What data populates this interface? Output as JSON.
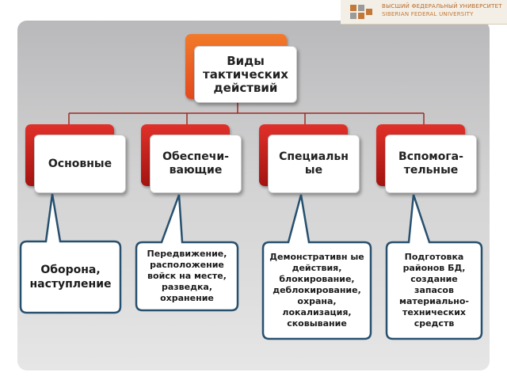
{
  "logo": {
    "line1": "ВЫСШИЙ ФЕДЕРАЛЬНЫЙ УНИВЕРСИТЕТ",
    "line2": "SIBERIAN FEDERAL UNIVERSITY"
  },
  "diagram": {
    "root": "Виды тактических действий",
    "categories": [
      {
        "label": "Основные",
        "detail": "Оборона, наступление"
      },
      {
        "label": "Обеспечи-вающие",
        "detail": "Передвижение, расположение войск на месте, разведка, охранение"
      },
      {
        "label": "Специальн ые",
        "detail": "Демонстративн ые действия, блокирование, деблокирование, охрана, локализация, сковывание"
      },
      {
        "label": "Вспомога-тельные",
        "detail": "Подготовка районов БД, создание запасов материально-технических средств"
      }
    ]
  },
  "colors": {
    "root_accent": "#f27a2a",
    "category_accent": "#c4201b",
    "callout_border": "#27506e"
  }
}
